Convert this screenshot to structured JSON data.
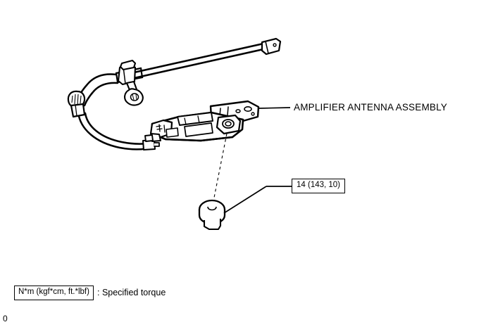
{
  "figure": {
    "background_color": "#ffffff",
    "line_color": "#000000",
    "title_absent": true
  },
  "callouts": [
    {
      "id": "amplifier-antenna-assembly",
      "label": "AMPLIFIER ANTENNA ASSEMBLY",
      "leader": "horizontal line from part right edge to text"
    }
  ],
  "labels": {
    "amplifier_antenna_assembly": "AMPLIFIER ANTENNA ASSEMBLY"
  },
  "torque_callouts": [
    {
      "id": "bolt-torque",
      "value": "14 (143, 10)",
      "applies_to": "bolt"
    }
  ],
  "legend": {
    "unit_box": "N*m (kgf*cm, ft.*lbf)",
    "separator": ":",
    "description": "Specified torque",
    "full_text": "N*m (kgf*cm, ft.*lbf) : Specified torque"
  },
  "page_marker": "0",
  "parts": [
    {
      "name": "amplifier-antenna-assembly",
      "description": "main bracket body with connectors and mounting tabs"
    },
    {
      "name": "antenna-cable-harness",
      "description": "cable with terminal connector at upper right"
    },
    {
      "name": "cable-clamp",
      "description": "clip with mounting hole on the harness"
    },
    {
      "name": "cable-grommet-connector",
      "description": "round connector at lower left of harness"
    },
    {
      "name": "mounting-bolt",
      "description": "bolt shown exploded below the amplifier, torque 14 N*m"
    }
  ]
}
